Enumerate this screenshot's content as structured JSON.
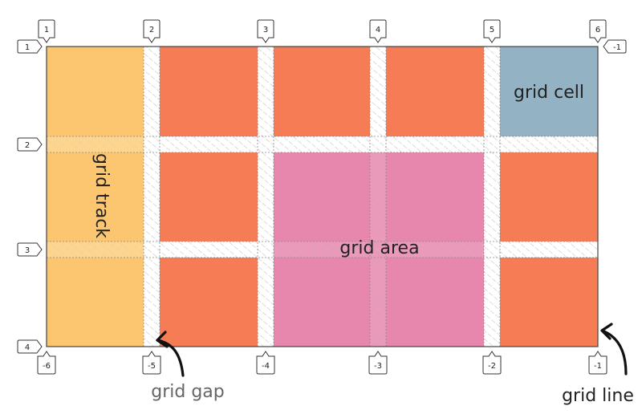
{
  "colors": {
    "track": "#fbc66f",
    "cell_orange": "#f67c56",
    "area_pink": "#e887ae",
    "cell_blue": "#93b3c5",
    "gap_fill": "#ffffff",
    "gap_hatch": "#b9b9b9",
    "outline": "#444444",
    "caption_gray": "#666666",
    "caption_dark": "#222222"
  },
  "grid": {
    "columns": 5,
    "rows": 3,
    "column_line_labels_top": [
      "1",
      "2",
      "3",
      "4",
      "5",
      "6"
    ],
    "column_line_labels_bottom": [
      "-6",
      "-5",
      "-4",
      "-3",
      "-2",
      "-1"
    ],
    "row_line_labels_left": [
      "1",
      "2",
      "3",
      "4"
    ],
    "row_line_labels_right_top": "-1"
  },
  "labels": {
    "grid_cell": "grid cell",
    "grid_track": "grid track",
    "grid_area": "grid area",
    "grid_gap": "grid gap",
    "grid_line": "grid line"
  }
}
